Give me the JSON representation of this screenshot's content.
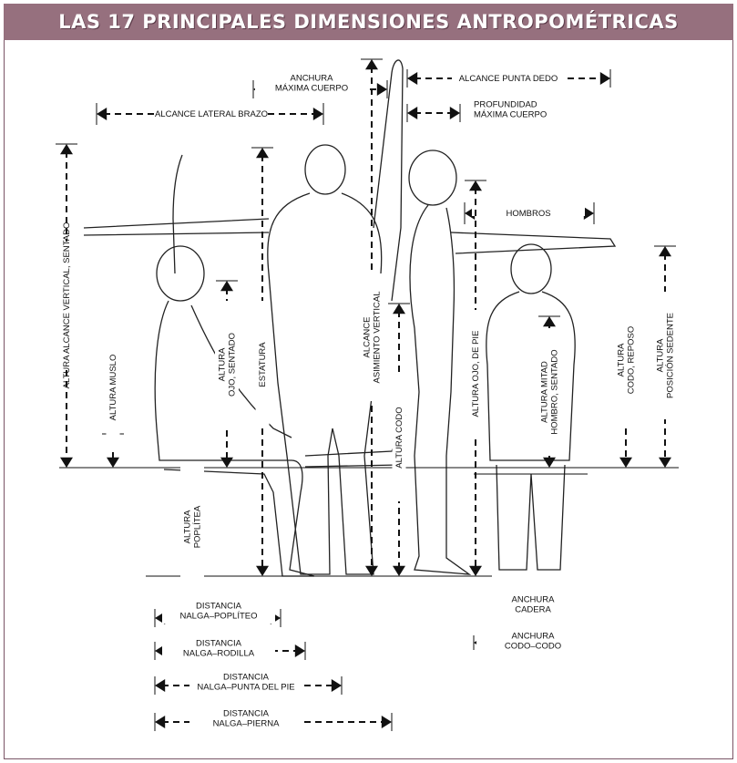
{
  "title": "LAS 17 PRINCIPALES DIMENSIONES ANTROPOMÉTRICAS",
  "labels": {
    "anchura_maxima_cuerpo": [
      "ANCHURA",
      "MÁXIMA CUERPO"
    ],
    "alcance_punta_dedo": [
      "ALCANCE PUNTA DEDO"
    ],
    "alcance_lateral_brazo": [
      "ALCANCE LATERAL BRAZO"
    ],
    "profundidad_maxima_cuerpo": [
      "PROFUNDIDAD",
      "MÁXIMA CUERPO"
    ],
    "hombros": [
      "HOMBROS"
    ],
    "altura_alcance_vertical_sentado": [
      "ALTURA ALCANCE VERTICAL, SENTADO"
    ],
    "altura_muslo": [
      "ALTURA MUSLO"
    ],
    "altura_ojo_sentado": [
      "ALTURA",
      "OJO, SENTADO"
    ],
    "estatura": [
      "ESTATURA"
    ],
    "alcance_asimiento_vertical": [
      "ALCANCE",
      "ASIMIENTO VERTICAL"
    ],
    "altura_codo": [
      "ALTURA CODO"
    ],
    "altura_ojo_de_pie": [
      "ALTURA OJO, DE PIE"
    ],
    "altura_mitad_hombro_sentado": [
      "ALTURA MITAD",
      "HOMBRO, SENTADO"
    ],
    "altura_codo_reposo": [
      "ALTURA",
      "CODO, REPOSO"
    ],
    "altura_posicion_sedente": [
      "ALTURA",
      "POSICIÓN SEDENTE"
    ],
    "altura_poplitea": [
      "ALTURA",
      "POPLÍTEA"
    ],
    "anchura_cadera": [
      "ANCHURA",
      "CADERA"
    ],
    "anchura_codo_codo": [
      "ANCHURA",
      "CODO–CODO"
    ],
    "distancia_nalga_popliteo": [
      "DISTANCIA",
      "NALGA–POPLÍTEO"
    ],
    "distancia_nalga_rodilla": [
      "DISTANCIA",
      "NALGA–RODILLA"
    ],
    "distancia_nalga_punta_pie": [
      "DISTANCIA",
      "NALGA–PUNTA DEL PIE"
    ],
    "distancia_nalga_pierna": [
      "DISTANCIA",
      "NALGA–PIERNA"
    ]
  }
}
